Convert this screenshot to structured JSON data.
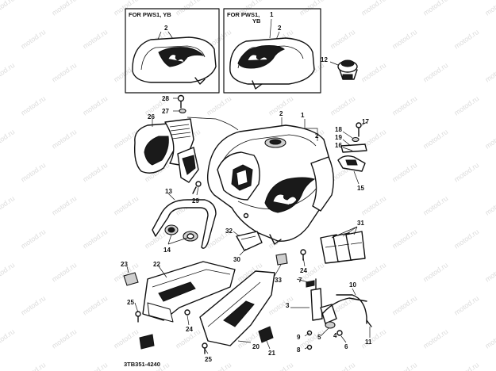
{
  "watermark": "motod.ru",
  "inset_left": {
    "title": "FOR PWS1, YB",
    "label": "2"
  },
  "inset_right": {
    "title": "FOR PWS1,",
    "subtitle": "YB",
    "label_a": "1",
    "label_b": "2"
  },
  "parts": {
    "p1": "1",
    "p2": "2",
    "p3": "3",
    "p4": "4",
    "p5": "5",
    "p6": "6",
    "p7": "7",
    "p8": "8",
    "p9": "9",
    "p10": "10",
    "p11": "11",
    "p12": "12",
    "p13": "13",
    "p14": "14",
    "p15": "15",
    "p16": "16",
    "p17": "17",
    "p18": "18",
    "p19": "19",
    "p20": "20",
    "p21": "21",
    "p22": "22",
    "p23": "23",
    "p24a": "24",
    "p24b": "24",
    "p25a": "25",
    "p25b": "25",
    "p26": "26",
    "p27": "27",
    "p28": "28",
    "p29": "29",
    "p30": "30",
    "p31": "31",
    "p32": "32",
    "p33": "33"
  },
  "reference_code": "3TB351-4240"
}
